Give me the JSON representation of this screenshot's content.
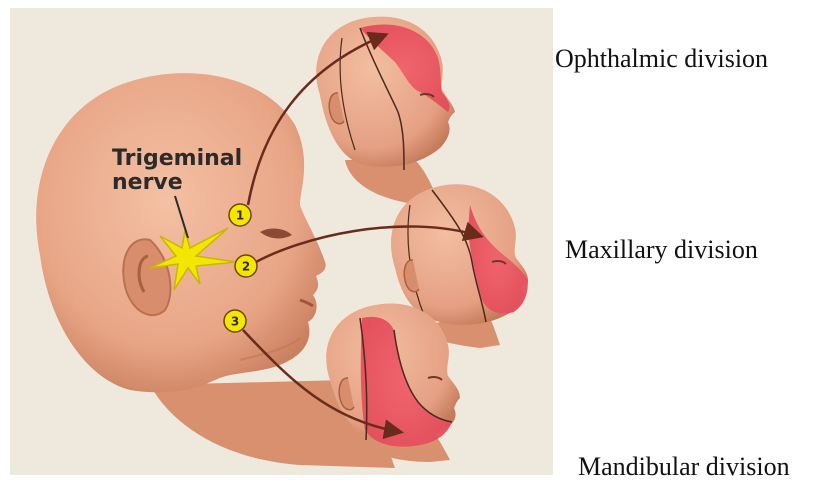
{
  "illustration": {
    "nerve_label_line1": "Trigeminal",
    "nerve_label_line2": "nerve",
    "branch_numbers": [
      "1",
      "2",
      "3"
    ]
  },
  "divisions": {
    "ophthalmic": "Ophthalmic division",
    "maxillary": "Maxillary division",
    "mandibular": "Mandibular division"
  },
  "colors": {
    "panel_background": "#efe9dd",
    "skin": "#e8a586",
    "skin_shadow": "#c9805f",
    "nerve": "#f3e600",
    "nerve_region": "#ee5561",
    "arrow": "#6a2a1c"
  }
}
